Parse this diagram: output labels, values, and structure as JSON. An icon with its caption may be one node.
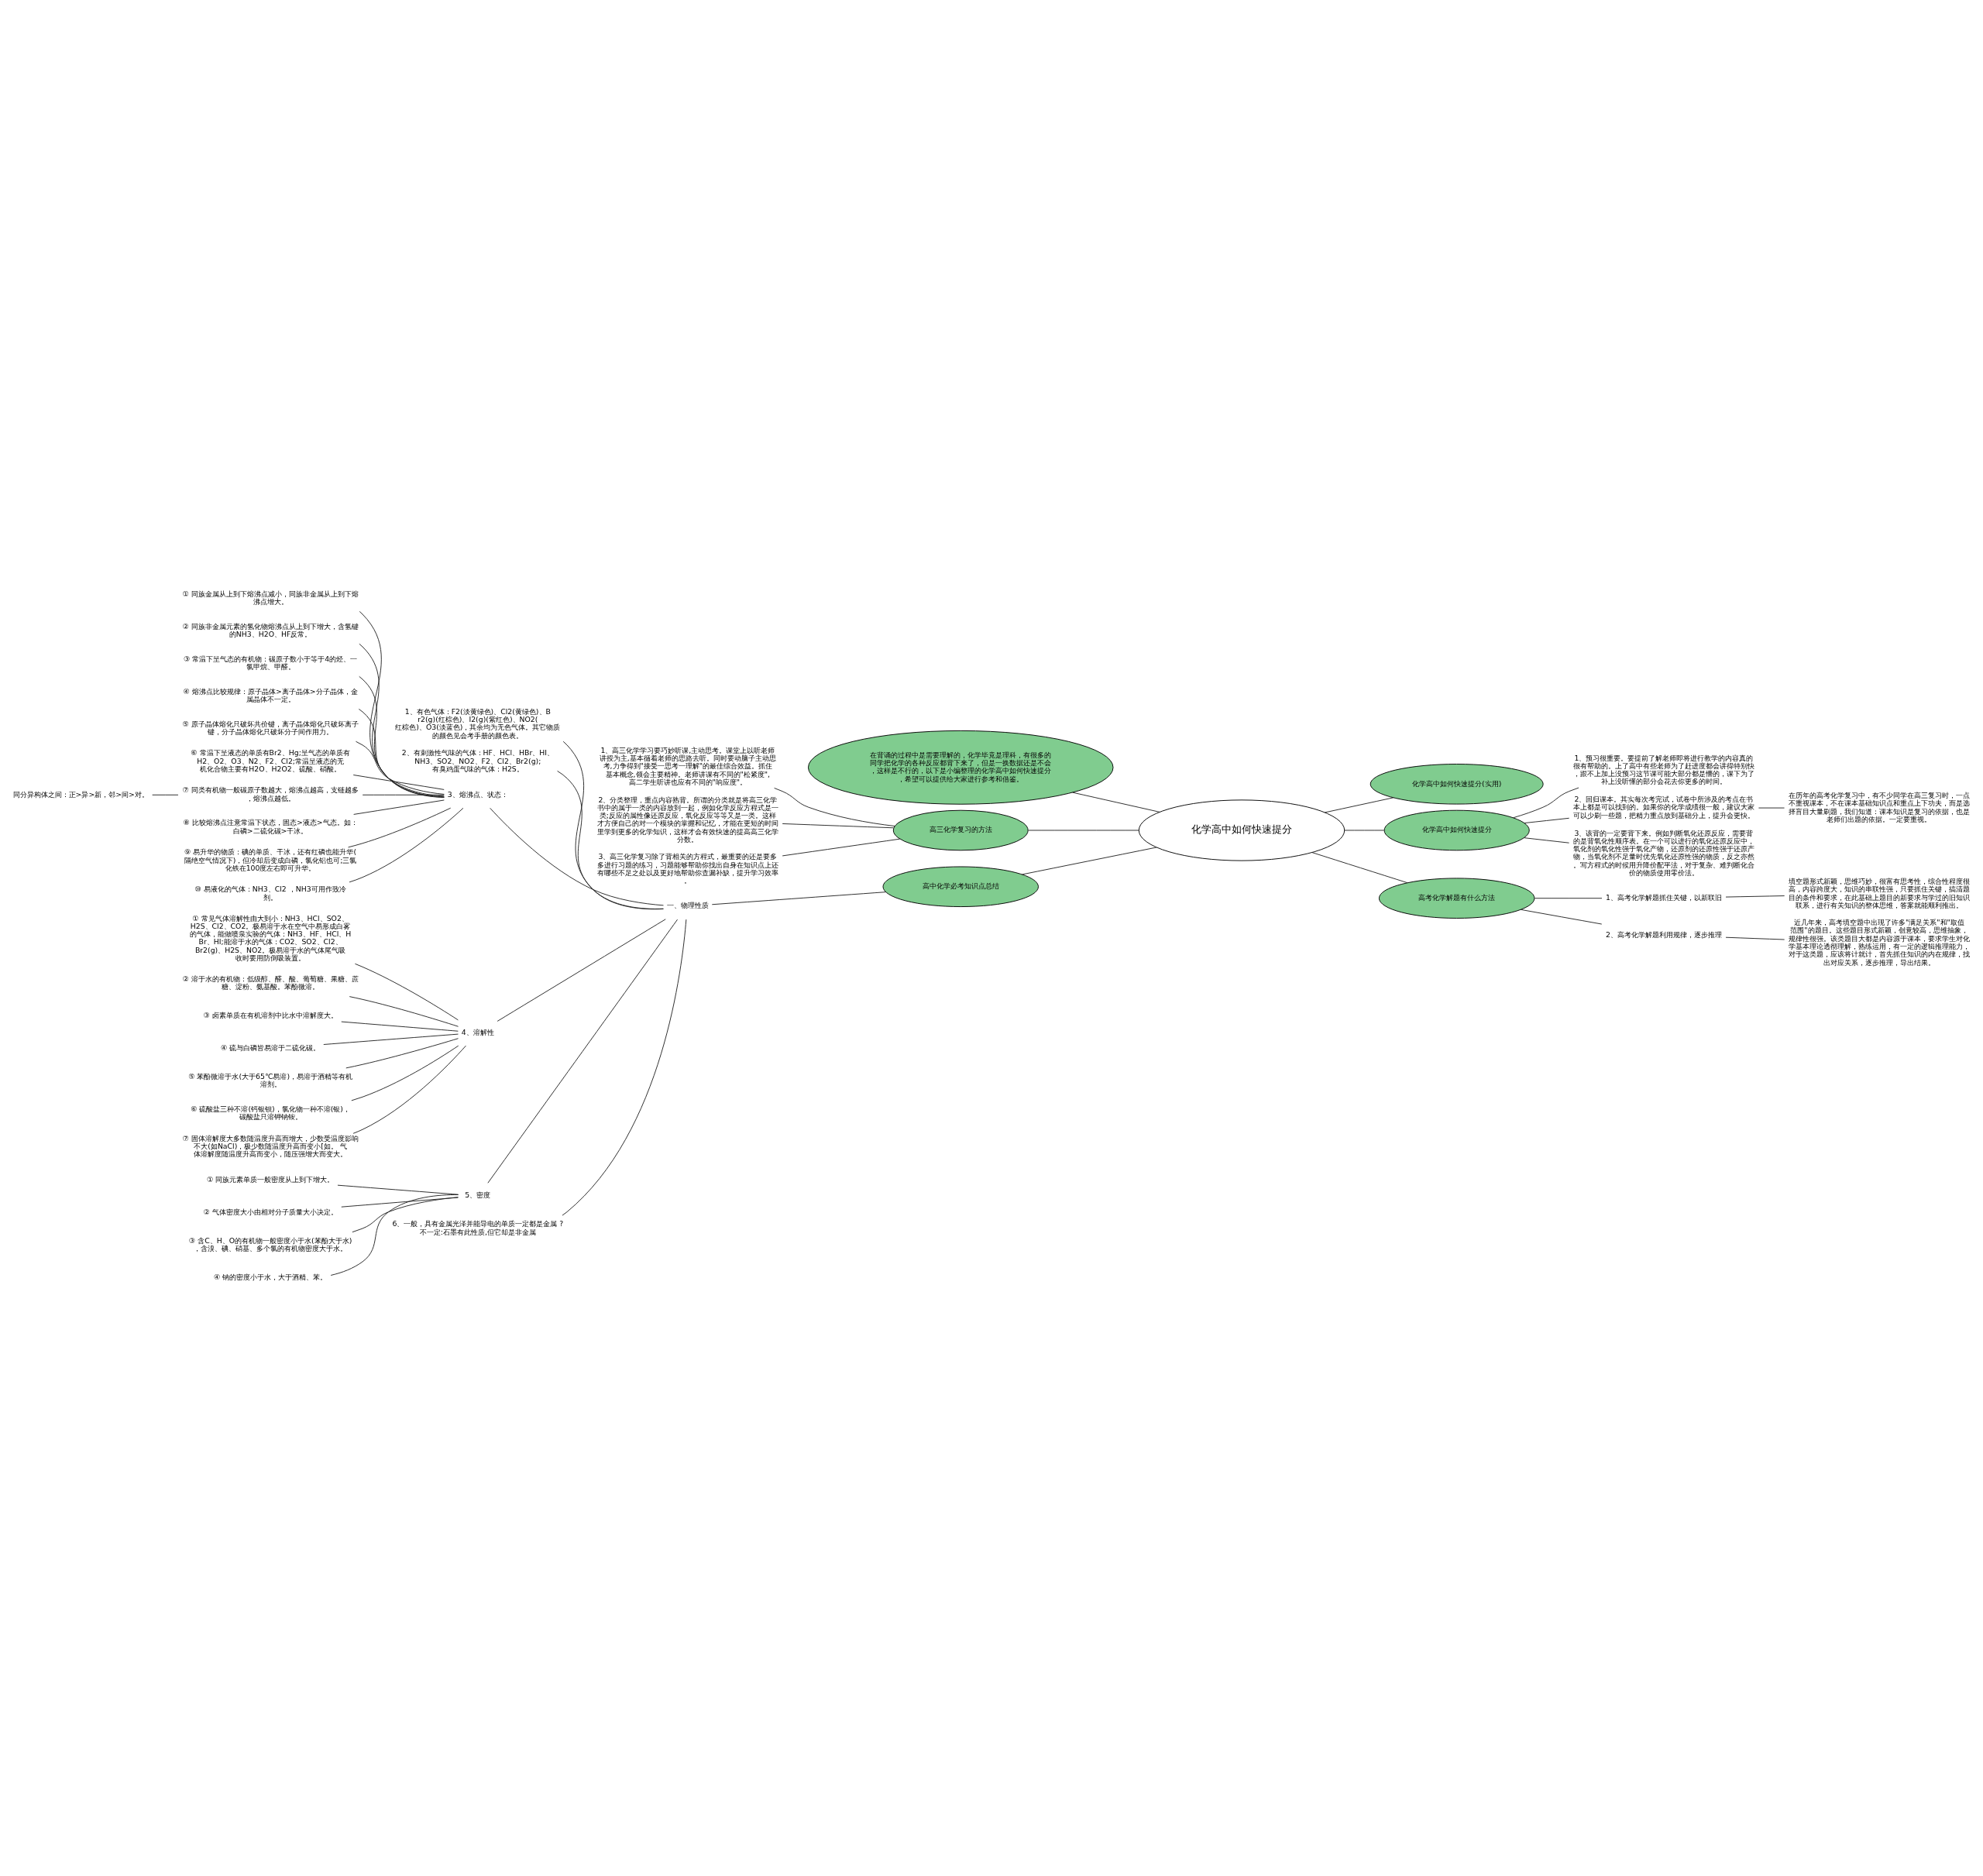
{
  "diagram": {
    "nodes": [
      {
        "text": [
          "化学高中如何快速提分"
        ]
      },
      {
        "text": [
          "在背诵的过程中是需要理解的，化学毕竟是理科，有很多的同学把化学的各种反应都背下来了，但是一换数据还是不会，这样是不行的，以下是小编整理的化学高中如何快速提分，希望可以提供给大家进行参考和借鉴。"
        ]
      },
      {
        "text": [
          "高三化学复习的方法"
        ]
      },
      {
        "text": [
          "1、高三化学学习要巧妙听课,主动思考。课堂上以听老师讲授为主,基本循着老师的思路去听。同时要动脑子主动思考,力争得到\"接受一思考一理解\"的最佳综合效益。抓住基本概念,领会主要精神。老师讲课有不同的\"松紧度\",高二学生听讲也应有不同的\"响应度\"。"
        ]
      },
      {
        "text": [
          "2、分类整理，重点内容熟背。所谓的分类就是将高三化学书中的属于一类的内容放到一起，例如化学反应方程式是一类;反应的属性像还原反应，氧化反应等等又是一类。这样才方便自己的对一个模块的掌握和记忆，才能在更短的时间里学到更多的化学知识，这样才会有效快速的提高高三化学分数。"
        ]
      },
      {
        "text": [
          "3、高三化学复习除了背相关的方程式，最重要的还是要多多进行习题的练习，习题能够帮助你找出自身在知识点上还有哪些不足之处以及更好地帮助你查漏补缺，提升学习效率。"
        ]
      },
      {
        "text": [
          "高中化学必考知识点总结"
        ]
      },
      {
        "text": [
          "一、物理性质"
        ]
      },
      {
        "text": [
          "1、有色气体：F2(淡黄绿色)、Cl2(黄绿色)、Br2(g)(红棕色)、I2(g)(紫红色)、NO2(红棕色)、O3(淡蓝色)，其余均为无色气体。其它物质的颜色见会考手册的颜色表。"
        ]
      },
      {
        "text": [
          "2、有刺激性气味的气体：HF、HCl、HBr、HI、NH3、SO2、NO2、F2、Cl2、Br2(g);有臭鸡蛋气味的气体：H2S。"
        ]
      },
      {
        "text": [
          "3、熔沸点、状态："
        ]
      },
      {
        "text": [
          "① 同族金属从上到下熔沸点减小，同族非金属从上到下熔沸点增大。"
        ]
      },
      {
        "text": [
          "② 同族非金属元素的氢化物熔沸点从上到下增大，含氢键的NH3、H2O、HF反常。"
        ]
      },
      {
        "text": [
          "③ 常温下呈气态的有机物：碳原子数小于等于4的烃、一氯甲烷、甲醛。"
        ]
      },
      {
        "text": [
          "④ 熔沸点比较规律：原子晶体>离子晶体>分子晶体，金属晶体不一定。"
        ]
      },
      {
        "text": [
          "⑤ 原子晶体熔化只破坏共价键，离子晶体熔化只破坏离子键，分子晶体熔化只破坏分子间作用力。"
        ]
      },
      {
        "text": [
          "⑥ 常温下呈液态的单质有Br2、Hg;呈气态的单质有H2、O2、O3、N2、F2、Cl2;常温呈液态的无机化合物主要有H2O、H2O2、硫酸、硝酸。"
        ]
      },
      {
        "text": [
          "⑦ 同类有机物一般碳原子数越大，熔沸点越高，支链越多，熔沸点越低。"
        ]
      },
      {
        "text": [
          "⑧ 比较熔沸点注意常温下状态，固态>液态>气态。如：白磷>二硫化碳>干冰。"
        ]
      },
      {
        "text": [
          "⑨ 易升华的物质：碘的单质、干冰，还有红磷也能升华(隔绝空气情况下)，但冷却后变成白磷，氯化铝也可;三氯化铁在100度左右即可升华。"
        ]
      },
      {
        "text": [
          "⑩ 易液化的气体：NH3、Cl2 ，NH3可用作致冷剂。"
        ]
      },
      {
        "text": [
          "同分异构体之间：正>异>新，邻>间>对。"
        ]
      },
      {
        "text": [
          "4、溶解性"
        ]
      },
      {
        "text": [
          "① 常见气体溶解性由大到小：NH3、HCl、SO2、H2S、Cl2、CO2。极易溶于水在空气中易形成白雾的气体，能做喷泉实验的气体：NH3、HF、HCl、HBr、HI;能溶于水的气体：CO2、SO2、Cl2、Br2(g)、H2S、NO2。极易溶于水的气体尾气吸收时要用防倒吸装置。"
        ]
      },
      {
        "text": [
          "② 溶于水的有机物：低级醇、醛、酸、葡萄糖、果糖、蔗糖、淀粉、氨基酸。苯酚微溶。"
        ]
      },
      {
        "text": [
          "③ 卤素单质在有机溶剂中比水中溶解度大。"
        ]
      },
      {
        "text": [
          "④ 硫与白磷皆易溶于二硫化碳。"
        ]
      },
      {
        "text": [
          "⑤ 苯酚微溶于水(大于65℃易溶)，易溶于酒精等有机溶剂。"
        ]
      },
      {
        "text": [
          "⑥ 硫酸盐三种不溶(钙银钡)，氯化物一种不溶(银)，碳酸盐只溶钾钠铵。"
        ]
      },
      {
        "text": [
          "⑦ 固体溶解度大多数随温度升高而增大，少数受温度影响不大(如NaCl)，极少数随温度升高而变小[如。 气体溶解度随温度升高而变小，随压强增大而变大。"
        ]
      },
      {
        "text": [
          "5、密度"
        ]
      },
      {
        "text": [
          "① 同族元素单质一般密度从上到下增大。"
        ]
      },
      {
        "text": [
          "② 气体密度大小由相对分子质量大小决定。"
        ]
      },
      {
        "text": [
          "③ 含C、H、O的有机物一般密度小于水(苯酚大于水)，含溴、碘、硝基、多个氯的有机物密度大于水。"
        ]
      },
      {
        "text": [
          "④ 钠的密度小于水，大于酒精、苯。"
        ]
      },
      {
        "text": [
          "6、一般，具有金属光泽并能导电的单质一定都是金属 ?不一定:石墨有此性质,但它却是非金属"
        ]
      },
      {
        "text": [
          "化学高中如何快速提分(实用)"
        ]
      },
      {
        "text": [
          "化学高中如何快速提分"
        ]
      },
      {
        "text": [
          "1、预习很重要。要提前了解老师即将进行教学的内容真的很有帮助的。上了高中有些老师为了赶进度都会讲得特别快，跟不上加上没预习这节课可能大部分都是懵的，课下为了补上没听懂的部分会花去你更多的时间。"
        ]
      },
      {
        "text": [
          "2、回归课本。其实每次考完试，试卷中所涉及的考点在书本上都是可以找到的。如果你的化学成绩很一般，建议大家可以少刷一些题，把精力重点放到基础分上，提升会更快。"
        ]
      },
      {
        "text": [
          "3、该背的一定要背下来。例如判断氧化还原反应，需要背的是背氧化性顺序表。在一个可以进行的氧化还原反应中，氧化剂的氧化性强于氧化产物，还原剂的还原性强于还原产物，当氧化剂不足量时优先氧化还原性强的物质，反之亦然。写方程式的时候用升降价配平法，对于复杂、难判断化合价的物质使用零价法。"
        ]
      },
      {
        "text": [
          "在历年的高考化学复习中，有不少同学在高三复习时，一点不重视课本，不在课本基础知识点和重点上下功夫，而是选择盲目大量刷题，我们知道：课本知识是复习的依据，也是老师们出题的依据。一定要重视。"
        ]
      },
      {
        "text": [
          "高考化学解题有什么方法"
        ]
      },
      {
        "text": [
          "1、高考化学解题抓住关键，以新联旧"
        ]
      },
      {
        "text": [
          "填空题形式新颖，思维巧妙，很富有思考性，综合性程度很高，内容跨度大，知识的串联性强，只要抓住关键，搞清题目的条件和要求，在此基础上题目的新要求与学过的旧知识联系，进行有关知识的整体思维，答案就能顺利推出。"
        ]
      },
      {
        "text": [
          "2、高考化学解题利用规律，逐步推理"
        ]
      },
      {
        "text": [
          "近几年来，高考填空题中出现了许多\"满足关系\"和\"取值范围\"的题目。这些题目形式新颖，创意较高，思维抽象，规律性很强。该类题目大都是内容源于课本，要求学生对化学基本理论透彻理解，熟练运用，有一定的逻辑推理能力，对于这类题，应该将计就计，首先抓住知识的内在规律，找出对应关系，逐步推理，导出结果。"
        ]
      }
    ],
    "edges": [
      {
        "from": 0,
        "to": 1,
        "arrow": "none"
      },
      {
        "from": 0,
        "to": 2,
        "arrow": "none"
      },
      {
        "from": 2,
        "to": 3,
        "arrow": "none"
      },
      {
        "from": 2,
        "to": 4,
        "arrow": "none"
      },
      {
        "from": 2,
        "to": 5,
        "arrow": "none"
      },
      {
        "from": 0,
        "to": 6,
        "arrow": "none"
      },
      {
        "from": 6,
        "to": 7,
        "arrow": "none"
      },
      {
        "from": 7,
        "to": 8,
        "arrow": "none"
      },
      {
        "from": 7,
        "to": 9,
        "arrow": "none"
      },
      {
        "from": 7,
        "to": 10,
        "arrow": "none"
      },
      {
        "from": 10,
        "to": 11,
        "arrow": "none"
      },
      {
        "from": 10,
        "to": 12,
        "arrow": "none"
      },
      {
        "from": 10,
        "to": 13,
        "arrow": "none"
      },
      {
        "from": 10,
        "to": 14,
        "arrow": "none"
      },
      {
        "from": 10,
        "to": 15,
        "arrow": "none"
      },
      {
        "from": 10,
        "to": 16,
        "arrow": "none"
      },
      {
        "from": 10,
        "to": 17,
        "arrow": "none"
      },
      {
        "from": 10,
        "to": 18,
        "arrow": "none"
      },
      {
        "from": 10,
        "to": 19,
        "arrow": "none"
      },
      {
        "from": 10,
        "to": 20,
        "arrow": "none"
      },
      {
        "from": 17,
        "to": 21,
        "arrow": "none"
      },
      {
        "from": 7,
        "to": 22,
        "arrow": "none"
      },
      {
        "from": 22,
        "to": 23,
        "arrow": "none"
      },
      {
        "from": 22,
        "to": 24,
        "arrow": "none"
      },
      {
        "from": 22,
        "to": 25,
        "arrow": "none"
      },
      {
        "from": 22,
        "to": 26,
        "arrow": "none"
      },
      {
        "from": 22,
        "to": 27,
        "arrow": "none"
      },
      {
        "from": 22,
        "to": 28,
        "arrow": "none"
      },
      {
        "from": 22,
        "to": 29,
        "arrow": "none"
      },
      {
        "from": 7,
        "to": 30,
        "arrow": "none"
      },
      {
        "from": 30,
        "to": 31,
        "arrow": "none"
      },
      {
        "from": 30,
        "to": 32,
        "arrow": "none"
      },
      {
        "from": 30,
        "to": 33,
        "arrow": "none"
      },
      {
        "from": 30,
        "to": 34,
        "arrow": "none"
      },
      {
        "from": 7,
        "to": 35,
        "arrow": "none"
      },
      {
        "from": 0,
        "to": 36,
        "arrow": "none"
      },
      {
        "from": 0,
        "to": 37,
        "arrow": "none"
      },
      {
        "from": 37,
        "to": 38,
        "arrow": "none"
      },
      {
        "from": 37,
        "to": 39,
        "arrow": "none"
      },
      {
        "from": 37,
        "to": 40,
        "arrow": "none"
      },
      {
        "from": 39,
        "to": 41,
        "arrow": "none"
      },
      {
        "from": 0,
        "to": 42,
        "arrow": "none"
      },
      {
        "from": 42,
        "to": 43,
        "arrow": "none"
      },
      {
        "from": 43,
        "to": 44,
        "arrow": "none"
      },
      {
        "from": 42,
        "to": 45,
        "arrow": "none"
      },
      {
        "from": 45,
        "to": 46,
        "arrow": "none"
      }
    ]
  }
}
